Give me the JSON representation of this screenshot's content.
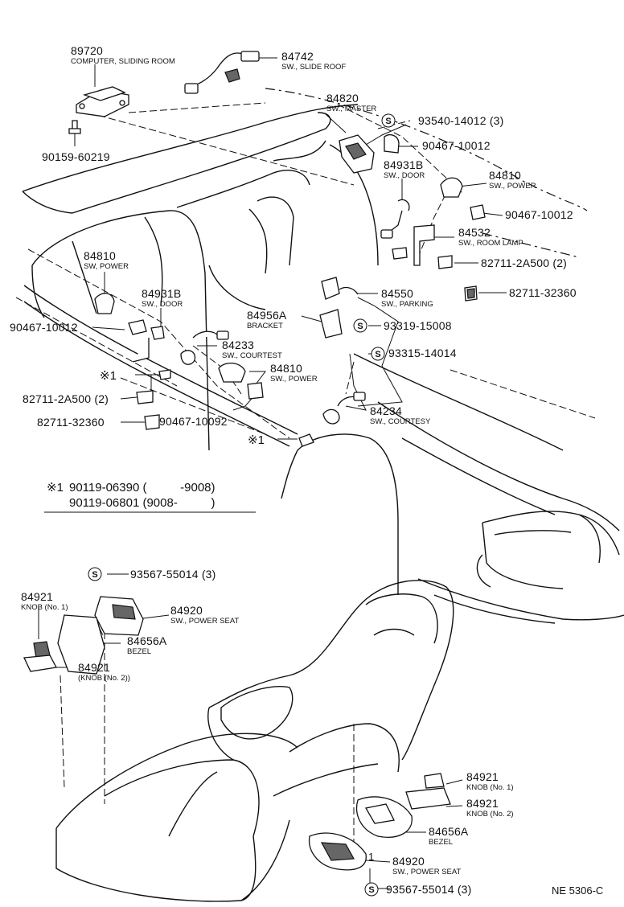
{
  "callouts": [
    {
      "id": "c1",
      "pn": "89720",
      "desc": "COMPUTER, SLIDING ROOM"
    },
    {
      "id": "c2",
      "pn": "84742",
      "desc": "SW., SLIDE ROOF"
    },
    {
      "id": "c3",
      "pn": "90159-60219",
      "desc": ""
    },
    {
      "id": "c4",
      "pn": "84820",
      "desc": "SW., MASTER"
    },
    {
      "id": "c5",
      "pn": "93540-14012 (3)",
      "desc": "",
      "sym": "S"
    },
    {
      "id": "c6",
      "pn": "90467-10012",
      "desc": ""
    },
    {
      "id": "c7",
      "pn": "84931B",
      "desc": "SW., DOOR"
    },
    {
      "id": "c8",
      "pn": "84810",
      "desc": "SW., POWER"
    },
    {
      "id": "c9",
      "pn": "90467-10012",
      "desc": ""
    },
    {
      "id": "c10",
      "pn": "84532",
      "desc": "SW., ROOM LAMP"
    },
    {
      "id": "c11",
      "pn": "82711-2A500 (2)",
      "desc": ""
    },
    {
      "id": "c12",
      "pn": "82711-32360",
      "desc": ""
    },
    {
      "id": "c13",
      "pn": "84810",
      "desc": "SW, POWER"
    },
    {
      "id": "c14",
      "pn": "84931B",
      "desc": "SW., DOOR"
    },
    {
      "id": "c15",
      "pn": "90467-10012",
      "desc": ""
    },
    {
      "id": "c16",
      "pn": "84550",
      "desc": "SW., PARKING"
    },
    {
      "id": "c17",
      "pn": "84956A",
      "desc": "BRACKET"
    },
    {
      "id": "c18",
      "pn": "93319-15008",
      "desc": "",
      "sym": "S"
    },
    {
      "id": "c19",
      "pn": "84233",
      "desc": "SW., COURTEST"
    },
    {
      "id": "c20",
      "pn": "93315-14014",
      "desc": "",
      "sym": "S"
    },
    {
      "id": "c21",
      "pn": "84810",
      "desc": "SW., POWER"
    },
    {
      "id": "c22",
      "pn": "82711-2A500 (2)",
      "desc": ""
    },
    {
      "id": "c23",
      "pn": "82711-32360",
      "desc": ""
    },
    {
      "id": "c24",
      "pn": "90467-10092",
      "desc": ""
    },
    {
      "id": "c25",
      "pn": "84234",
      "desc": "SW., COURTESY"
    },
    {
      "id": "c26",
      "pn": "93567-55014 (3)",
      "desc": "",
      "sym": "S"
    },
    {
      "id": "c27",
      "pn": "84921",
      "desc": "KNOB (No. 1)"
    },
    {
      "id": "c28",
      "pn": "84920",
      "desc": "SW., POWER SEAT"
    },
    {
      "id": "c29",
      "pn": "84656A",
      "desc": "BEZEL"
    },
    {
      "id": "c30",
      "pn": "84921",
      "desc": "(KNOB (No. 2))"
    },
    {
      "id": "c31",
      "pn": "84921",
      "desc": "KNOB (No. 1)"
    },
    {
      "id": "c32",
      "pn": "84921",
      "desc": "KNOB (No. 2)"
    },
    {
      "id": "c33",
      "pn": "84656A",
      "desc": "BEZEL"
    },
    {
      "id": "c34",
      "pn": "84920",
      "desc": "SW., POWER SEAT"
    },
    {
      "id": "c35",
      "pn": "93567-55014 (3)",
      "desc": "",
      "sym": "S"
    }
  ],
  "markers": {
    "star1": "※1",
    "one": "1"
  },
  "note": {
    "symbol": "※1",
    "line1": "90119-06390 (          -9008)",
    "line2": "90119-06801 (9008-          )"
  },
  "reference": "NE 5306-C"
}
